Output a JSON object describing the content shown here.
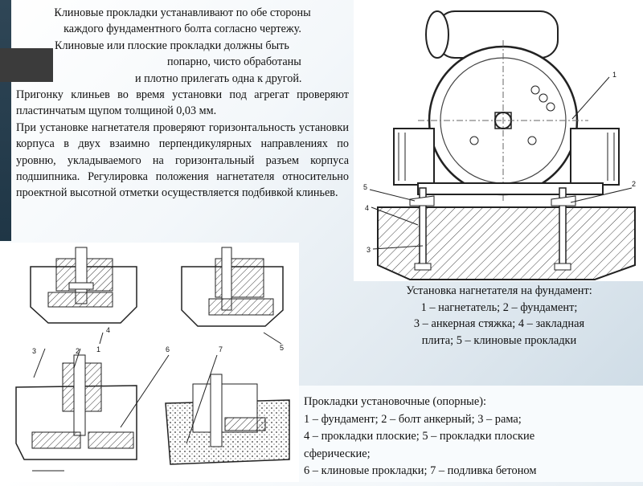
{
  "intro": {
    "line1": "Клиновые прокладки устанавливают по обе стороны",
    "line2": "каждого фундаментного болта согласно чертежу.",
    "line3": "Клиновые или плоские прокладки должны быть",
    "line4": "попарно, чисто обработаны",
    "line5": "и плотно прилегать одна к другой."
  },
  "para_fitting": "Пригонку клиньев во время установки под агрегат проверяют пластинчатым щупом толщиной 0,03 мм.",
  "para_install": "При установке нагнетателя проверяют горизонтальность установки корпуса в двух взаимно перпендикулярных направлениях по уровню, укладываемого на горизонтальный разъем корпуса подшипника. Регулировка положения нагнетателя относительно проектной высотной отметки осуществляется подбивкой клиньев.",
  "fig_right": {
    "labels": [
      "1",
      "2",
      "3",
      "4",
      "5"
    ],
    "caption": {
      "line1": "Установка нагнетателя на фундамент:",
      "line2": "1 – нагнетатель; 2 – фундамент;",
      "line3": "3 – анкерная стяжка; 4 – закладная",
      "line4": "плита; 5 – клиновые прокладки"
    }
  },
  "fig_bottom": {
    "labels": [
      "1",
      "2",
      "3",
      "4",
      "5",
      "6",
      "7"
    ],
    "caption": {
      "line1": "Прокладки установочные (опорные):",
      "line2": "1 – фундамент; 2 – болт анкерный; 3 – рама;",
      "line3": "4 – прокладки плоские; 5 – прокладки плоские",
      "line4": "сферические;",
      "line5": "6 – клиновые прокладки; 7 – подливка бетоном"
    }
  },
  "colors": {
    "accent_dark": "#2f4656",
    "tab_dark": "#3b3b3b"
  }
}
